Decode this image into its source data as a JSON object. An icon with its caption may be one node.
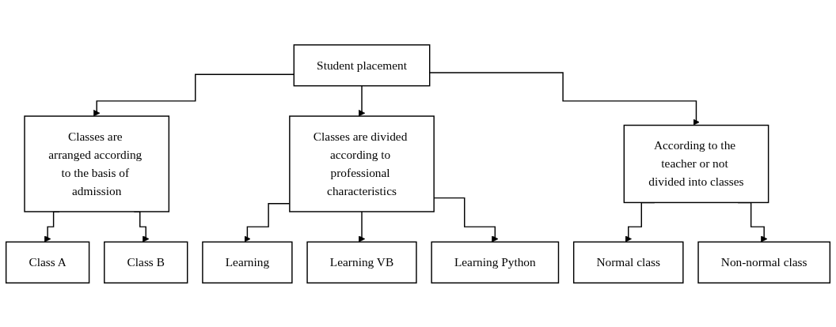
{
  "diagram": {
    "nodes": [
      {
        "text": [
          "Student placement"
        ]
      },
      {
        "text": [
          "Classes are arranged according to the basis of admission"
        ]
      },
      {
        "text": [
          "Classes are divided according to professional characteristics"
        ]
      },
      {
        "text": [
          "According to the teacher or not divided into classes"
        ]
      },
      {
        "text": [
          "Class A"
        ]
      },
      {
        "text": [
          "Class B"
        ]
      },
      {
        "text": [
          "Learning"
        ]
      },
      {
        "text": [
          "Learning VB"
        ]
      },
      {
        "text": [
          "Learning Python"
        ]
      },
      {
        "text": [
          "Normal class"
        ]
      },
      {
        "text": [
          "Non-normal class"
        ]
      }
    ],
    "edges": [
      {
        "from": 0,
        "to": 1,
        "arrow": "to"
      },
      {
        "from": 0,
        "to": 2,
        "arrow": "to"
      },
      {
        "from": 0,
        "to": 3,
        "arrow": "to"
      },
      {
        "from": 1,
        "to": 4,
        "arrow": "to"
      },
      {
        "from": 1,
        "to": 5,
        "arrow": "to"
      },
      {
        "from": 2,
        "to": 6,
        "arrow": "to"
      },
      {
        "from": 2,
        "to": 7,
        "arrow": "to"
      },
      {
        "from": 2,
        "to": 8,
        "arrow": "to"
      },
      {
        "from": 3,
        "to": 9,
        "arrow": "to"
      },
      {
        "from": 3,
        "to": 10,
        "arrow": "to"
      }
    ]
  }
}
